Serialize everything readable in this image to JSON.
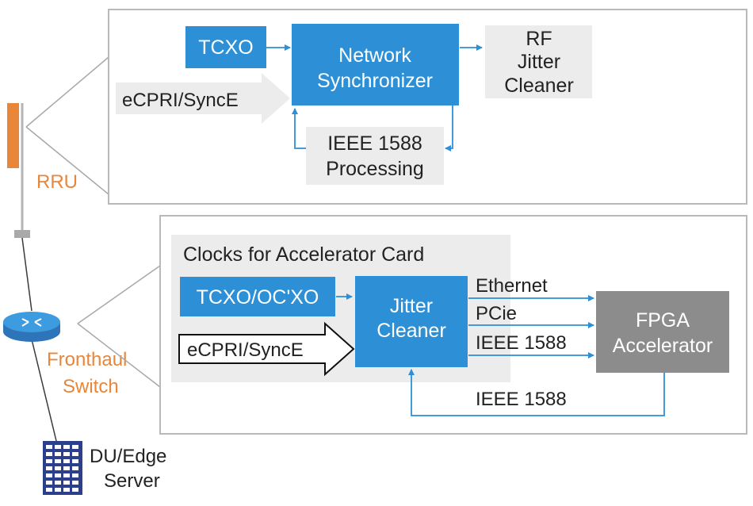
{
  "colors": {
    "blue": "#2d8fd5",
    "orange": "#e8863a",
    "gray_box": "#8c8c8c",
    "light_box": "#ececec",
    "frame": "#b9b9b9",
    "text": "#222222",
    "white": "#ffffff",
    "server_blue": "#2b3f8c"
  },
  "rru_panel": {
    "tcxo": "TCXO",
    "network_synchronizer": [
      "Network",
      "Synchronizer"
    ],
    "rf_jitter_cleaner": [
      "RF",
      "Jitter",
      "Cleaner"
    ],
    "ecpri_synce": "eCPRI/SyncE",
    "ieee_processing": [
      "IEEE 1588",
      "Processing"
    ]
  },
  "accel_panel": {
    "title": "Clocks for Accelerator Card",
    "tcxo_ocxo": "TCXO/OC'XO",
    "ecpri_synce": "eCPRI/SyncE",
    "jitter_cleaner": [
      "Jitter",
      "Cleaner"
    ],
    "links": [
      "Ethernet",
      "PCie",
      "IEEE 1588"
    ],
    "feedback_label": "IEEE 1588",
    "fpga_accelerator": [
      "FPGA",
      "Accelerator"
    ]
  },
  "left_column": {
    "rru_label": "RRU",
    "fronthaul_switch": [
      "Fronthaul",
      "Switch"
    ],
    "du_edge_server": [
      "DU/Edge",
      "Server"
    ]
  }
}
